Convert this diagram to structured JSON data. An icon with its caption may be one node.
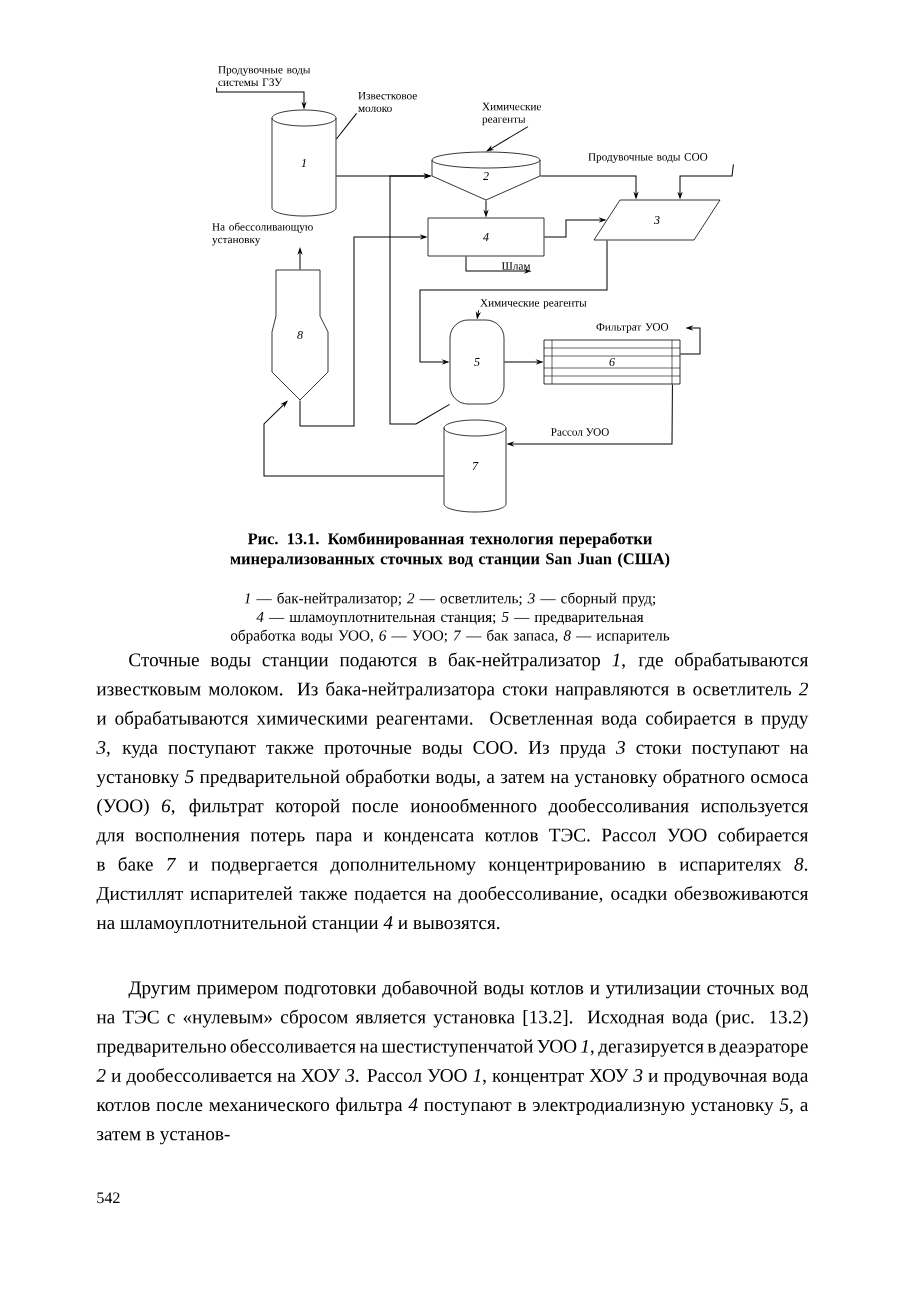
{
  "diagram": {
    "caption": "Рис. 13.1. Комбинированная технология переработки минерализованных сточных вод станции San Juan (США)",
    "nodes": [
      {
        "text": [
          "Продувочные воды системы ГЗУ"
        ]
      },
      {
        "text": [
          "Известковое молоко"
        ]
      },
      {
        "text": [
          "1"
        ]
      },
      {
        "text": [
          "Химические реагенты"
        ]
      },
      {
        "text": [
          "2"
        ]
      },
      {
        "text": [
          "Продувочные воды СОО"
        ]
      },
      {
        "text": [
          "3"
        ]
      },
      {
        "text": [
          "На обессоливающую установку"
        ]
      },
      {
        "text": [
          "4"
        ]
      },
      {
        "text": [
          "Шлам"
        ]
      },
      {
        "text": [
          "Химические реагенты"
        ]
      },
      {
        "text": [
          "Фильтрат УОО"
        ]
      },
      {
        "text": [
          "8"
        ]
      },
      {
        "text": [
          "5"
        ]
      },
      {
        "text": [
          "6"
        ]
      },
      {
        "text": [
          "7"
        ]
      }
    ],
    "edges": [
      {
        "from": 0,
        "to": 2,
        "arrow": "to"
      },
      {
        "from": 1,
        "to": 2,
        "arrow": "none"
      },
      {
        "from": 2,
        "to": 4,
        "arrow": "to"
      },
      {
        "from": 3,
        "to": 4,
        "arrow": "to"
      },
      {
        "from": 4,
        "to": 8,
        "arrow": "to"
      },
      {
        "from": 4,
        "to": 6,
        "arrow": "to"
      },
      {
        "from": 5,
        "to": 6,
        "arrow": "to"
      },
      {
        "from": 8,
        "to": 6,
        "arrow": "to"
      },
      {
        "from": 8,
        "to": 9,
        "arrow": "to"
      },
      {
        "from": 6,
        "to": 13,
        "arrow": "to"
      },
      {
        "from": 10,
        "to": 13,
        "arrow": "to"
      },
      {
        "from": 13,
        "to": 14,
        "arrow": "to"
      },
      {
        "from": 14,
        "to": 11,
        "arrow": "to"
      },
      {
        "from": 14,
        "to": 15,
        "arrow": "to",
        "label": "Рассол УОО"
      },
      {
        "from": 15,
        "to": 12,
        "arrow": "to"
      },
      {
        "from": 12,
        "to": 8,
        "arrow": "to"
      },
      {
        "from": 12,
        "to": 7,
        "arrow": "to"
      },
      {
        "from": 13,
        "to": 4,
        "arrow": "to"
      }
    ],
    "labels": [
      "*1* — бак-нейтрализатор; *2* — осветлитель; *3* — сборный пруд; *4* — шламоуплотнительная станция; *5* — предварительная обработка воды УОО, *6* — УОО; *7* — бак запаса, *8* — испаритель",
      "Сточные воды станции подаются в бак-нейтрализатор *1*, где обрабатываются известковым молоком. Из бака-нейтрализатора стоки направляются в осветлитель *2* и обрабатываются химическими реагентами. Осветленная вода собирается в пруду *3*, куда поступают также проточные воды СОО. Из пруда *3* стоки поступают на установку *5* предварительной обработки воды, а затем на установку обратного осмоса (УОО) *6*, фильтрат которой после ионообменного дообессоливания используется для восполнения потерь пара и конденсата котлов ТЭС. Рассол УОО собирается в баке *7* и подвергается дополнительному концентрированию в испарителях *8*. Дистиллят испарителей также подается на дообессоливание, осадки обезвоживаются на шламоуплотнительной станции *4* и вывозятся.",
      "Другим примером подготовки добавочной воды котлов и утилизации сточных вод на ТЭС с «нулевым» сбросом является установка [13.2]. Исходная вода (рис. 13.2) предварительно обессоливается на шестиступенчатой УОО *1*, дегазируется в деаэраторе *2* и дообессоливается на ХОУ *3*. Рассол УОО *1*, концентрат ХОУ *3* и продувочная вода котлов после механического фильтра *4* поступают в электродиализную установку *5*, а затем в установ-",
      "542"
    ]
  }
}
